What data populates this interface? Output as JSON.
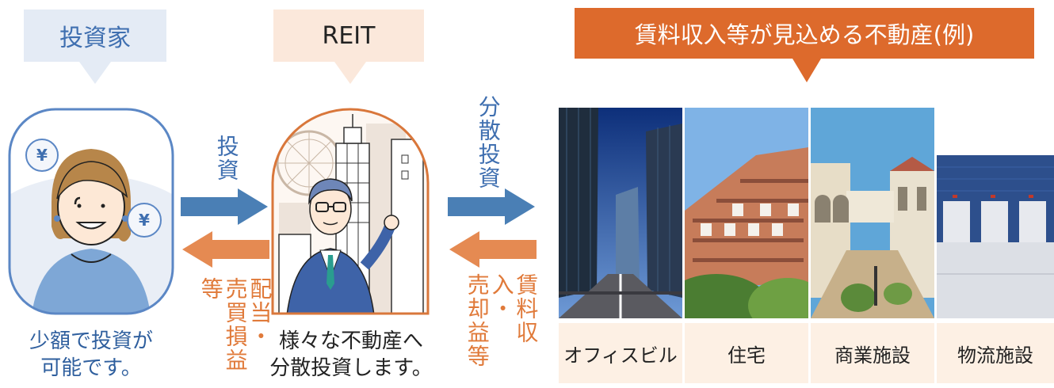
{
  "investor": {
    "title": "投資家",
    "caption_line1": "少額で投資が",
    "caption_line2": "可能です。",
    "coin_symbol": "¥"
  },
  "reit": {
    "title": "REIT",
    "caption_line1": "様々な不動産へ",
    "caption_line2": "分散投資します。"
  },
  "arrows": {
    "invest": "投資",
    "dividend_line1": "配当・",
    "dividend_line2": "売買損益等",
    "diversified": "分散投資",
    "rental_line1": "賃料収入・",
    "rental_line2": "売却益等"
  },
  "properties": {
    "header": "賃料収入等が見込める不動産(例)",
    "items": [
      {
        "label": "オフィスビル"
      },
      {
        "label": "住宅"
      },
      {
        "label": "商業施設"
      },
      {
        "label": "物流施設"
      }
    ]
  },
  "colors": {
    "blue_arrow": "#4a7fb5",
    "orange_arrow": "#e58a52",
    "orange_header": "#dd6a2c",
    "investor_bg": "#e4ebf5",
    "reit_bg": "#fbe8db",
    "investor_border": "#5b87c5",
    "reit_border": "#d9773b"
  }
}
